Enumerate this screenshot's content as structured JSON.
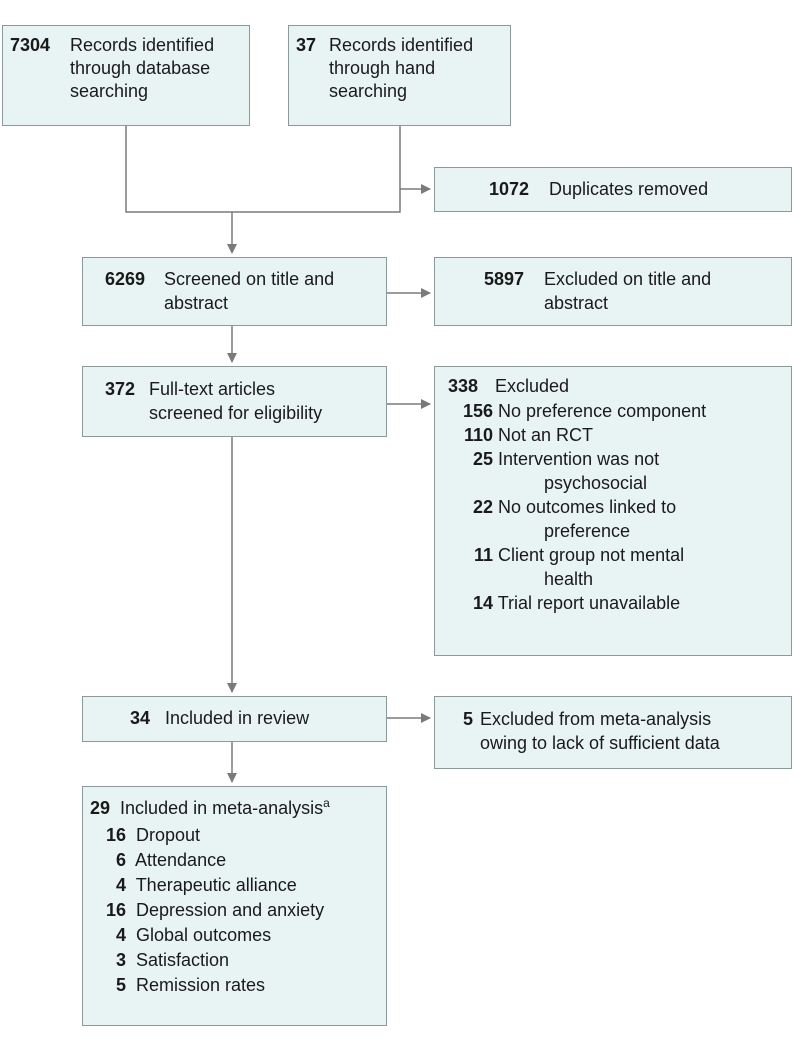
{
  "boxes": {
    "database": {
      "count": "7304",
      "line1": "Records identified",
      "line2": "through database",
      "line3": "searching"
    },
    "hand": {
      "count": "37",
      "line1": "Records identified",
      "line2": "through hand",
      "line3": "searching"
    },
    "duplicates": {
      "count": "1072",
      "text": "Duplicates removed"
    },
    "screened": {
      "count": "6269",
      "line1": "Screened on title and",
      "line2": "abstract"
    },
    "excluded_title": {
      "count": "5897",
      "line1": "Excluded on title and",
      "line2": "abstract"
    },
    "fulltext": {
      "count": "372",
      "line1": "Full-text articles",
      "line2": "screened for eligibility"
    },
    "excluded_fulltext": {
      "count": "338",
      "label": "Excluded",
      "reasons": [
        {
          "count": "156",
          "line1": "No preference component",
          "line2": ""
        },
        {
          "count": "110",
          "line1": "Not an RCT",
          "line2": ""
        },
        {
          "count": "25",
          "line1": "Intervention was not",
          "line2": "psychosocial"
        },
        {
          "count": "22",
          "line1": "No outcomes linked to",
          "line2": "preference"
        },
        {
          "count": "11",
          "line1": "Client group not mental",
          "line2": "health"
        },
        {
          "count": "14",
          "line1": "Trial report unavailable",
          "line2": ""
        }
      ]
    },
    "review": {
      "count": "34",
      "text": "Included in review"
    },
    "excluded_meta": {
      "count": "5",
      "line1": "Excluded from meta-analysis",
      "line2": "owing to lack of sufficient data"
    },
    "meta": {
      "count": "29",
      "text": "Included in meta-analysis",
      "footnote": "a",
      "outcomes": [
        {
          "count": "16",
          "label": "Dropout"
        },
        {
          "count": "6",
          "label": "Attendance"
        },
        {
          "count": "4",
          "label": "Therapeutic alliance"
        },
        {
          "count": "16",
          "label": "Depression and anxiety"
        },
        {
          "count": "4",
          "label": "Global outcomes"
        },
        {
          "count": "3",
          "label": "Satisfaction"
        },
        {
          "count": "5",
          "label": "Remission rates"
        }
      ]
    }
  },
  "colors": {
    "box_fill": "#e8f3f3",
    "box_border": "#8a9a9a",
    "connector": "#7a7a7a",
    "text": "#1a1a1a"
  }
}
